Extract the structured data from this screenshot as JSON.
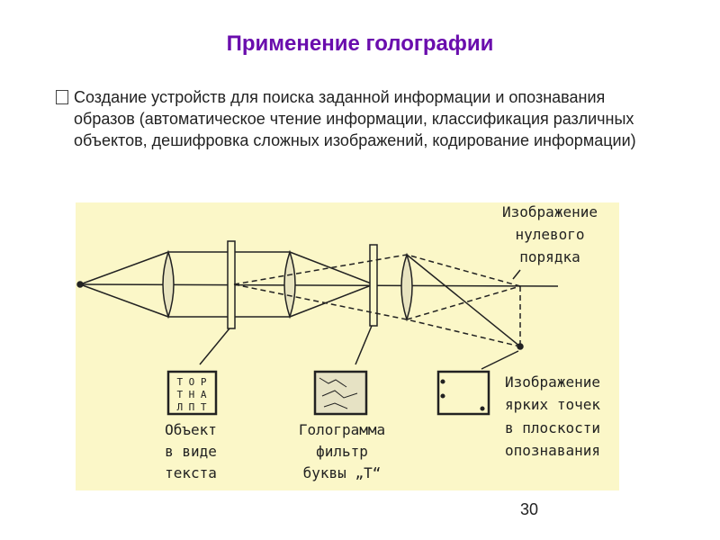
{
  "title": "Применение голографии",
  "bullet": "Создание устройств для поиска заданной информации и опознавания образов (автоматическое чтение информации, классификация различных объектов, дешифровка сложных изображений, кодирование информации)",
  "diagram": {
    "zero_order": [
      "Изображение",
      "нулевого",
      "порядка"
    ],
    "object": [
      "Объект",
      "в виде",
      "текста"
    ],
    "object_letters": [
      "Т О Р",
      "Т Н А",
      "Л П Т"
    ],
    "hologram": [
      "Голограмма",
      "фильтр",
      "буквы „Т“"
    ],
    "bright": [
      "Изображение",
      "ярких точек",
      "в плоскости",
      "опознавания"
    ]
  },
  "page_number": "30"
}
